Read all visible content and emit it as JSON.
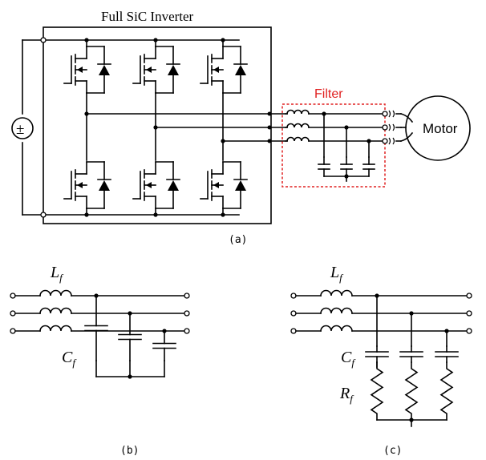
{
  "figure_a": {
    "inverter_label": "Full SiC Inverter",
    "filter_label": "Filter",
    "motor_label": "Motor",
    "source_symbol": "±",
    "caption": "(a)",
    "filter_box_color": "#e02020"
  },
  "figure_b": {
    "inductor_symbol": "L",
    "inductor_sub": "f",
    "capacitor_symbol": "C",
    "capacitor_sub": "f",
    "caption": "(b)"
  },
  "figure_c": {
    "inductor_symbol": "L",
    "inductor_sub": "f",
    "capacitor_symbol": "C",
    "capacitor_sub": "f",
    "resistor_symbol": "R",
    "resistor_sub": "f",
    "caption": "(c)"
  }
}
